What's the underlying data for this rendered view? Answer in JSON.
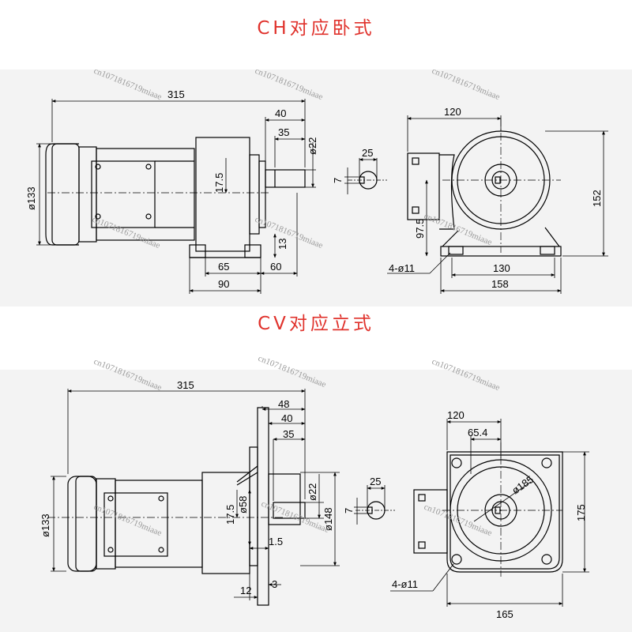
{
  "titles": {
    "ch": "CH对应卧式",
    "cv": "CV对应立式",
    "color": "#e0322c"
  },
  "watermark": "cn1071816719miaae",
  "ch_side": {
    "length": "315",
    "d40": "40",
    "d35": "35",
    "shaft_dia": "ø22",
    "motor_dia": "ø133",
    "center_h": "17.5",
    "h13": "13",
    "d65": "65",
    "d60": "60",
    "d90": "90"
  },
  "ch_key": {
    "w25": "25",
    "h7": "7"
  },
  "ch_end": {
    "w120": "120",
    "h152": "152",
    "v97": "97.5",
    "holes": "4-ø11",
    "w130": "130",
    "w158": "158"
  },
  "cv_side": {
    "length": "315",
    "d48": "48",
    "d40": "40",
    "d35": "35",
    "motor_dia": "ø133",
    "center_h": "17.5",
    "pilot": "ø58",
    "shaft_dia": "ø22",
    "flange": "ø148",
    "t15": "1.5",
    "d12": "12",
    "d3": "3"
  },
  "cv_key": {
    "w25": "25",
    "h7": "7"
  },
  "cv_end": {
    "w120": "120",
    "w65": "65.4",
    "pcd": "ø185",
    "h175": "175",
    "holes": "4-ø11",
    "w165": "165"
  }
}
